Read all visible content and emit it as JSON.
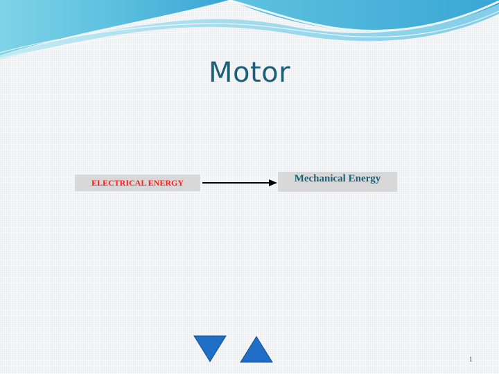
{
  "slide": {
    "title": "Motor",
    "page_number": "1"
  },
  "diagram": {
    "source_label": "ELECTRICAL ENERGY",
    "target_label": "Mechanical Energy"
  },
  "navigation": {
    "down_icon": "triangle-down-icon",
    "up_icon": "triangle-up-icon"
  },
  "colors": {
    "title": "#1b5f78",
    "source_text": "#ff1a1a",
    "target_text": "#1b5f78",
    "box_fill": "#d8d8d8",
    "nav_fill": "#1f6fc8"
  }
}
